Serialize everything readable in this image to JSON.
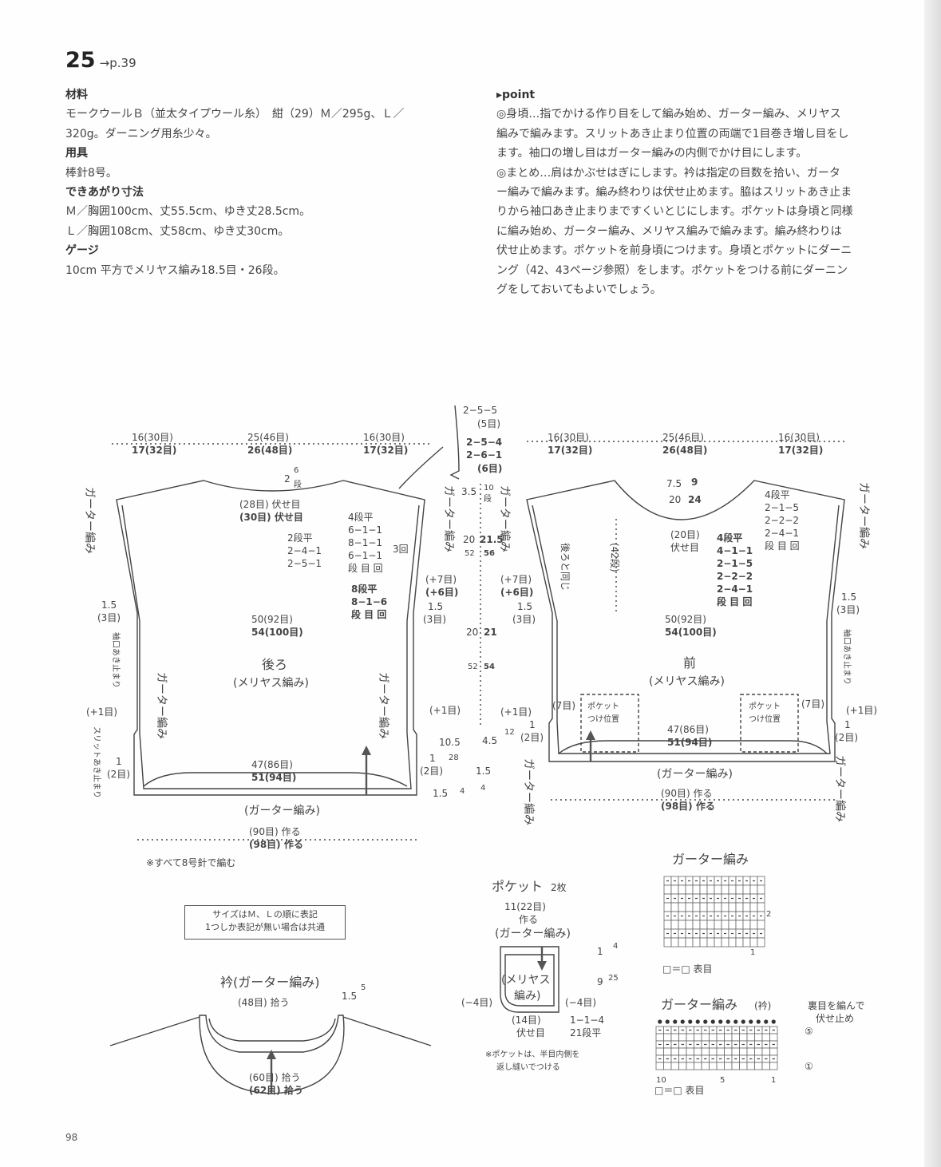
{
  "header": {
    "number": "25",
    "ref": "→p.39"
  },
  "left_column": [
    {
      "type": "h",
      "text": "材料"
    },
    {
      "type": "p",
      "text": "モークウールＢ（並太タイプウール糸）　紺（29）Ｍ／295g、Ｌ／"
    },
    {
      "type": "p",
      "text": "320g。ダーニング用糸少々。"
    },
    {
      "type": "h",
      "text": "用具"
    },
    {
      "type": "p",
      "text": "棒針8号。"
    },
    {
      "type": "h",
      "text": "できあがり寸法"
    },
    {
      "type": "p",
      "text": "Ｍ／胸囲100cm、丈55.5cm、ゆき丈28.5cm。"
    },
    {
      "type": "p",
      "text": "Ｌ／胸囲108cm、丈58cm、ゆき丈30cm。"
    },
    {
      "type": "h",
      "text": "ゲージ"
    },
    {
      "type": "p",
      "text": "10cm 平方でメリヤス編み18.5目・26段。"
    }
  ],
  "right_column": [
    {
      "type": "h",
      "text": "▸point"
    },
    {
      "type": "p",
      "text": "◎身頃…指でかける作り目をして編み始め、ガーター編み、メリヤス"
    },
    {
      "type": "p",
      "text": "編みで編みます。スリットあき止まり位置の両端で1目巻き増し目をし"
    },
    {
      "type": "p",
      "text": "ます。袖口の増し目はガーター編みの内側でかけ目にします。"
    },
    {
      "type": "p",
      "text": "◎まとめ…肩はかぶせはぎにします。衿は指定の目数を拾い、ガータ"
    },
    {
      "type": "p",
      "text": "ー編みで編みます。編み終わりは伏せ止めます。脇はスリットあき止ま"
    },
    {
      "type": "p",
      "text": "りから袖口あき止まりまですくいとじにします。ポケットは身頃と同様"
    },
    {
      "type": "p",
      "text": "に編み始め、ガーター編み、メリヤス編みで編みます。編み終わりは"
    },
    {
      "type": "p",
      "text": "伏せ止めます。ポケットを前身頃につけます。身頃とポケットにダーニ"
    },
    {
      "type": "p",
      "text": "ング（42、43ページ参照）をします。ポケットをつける前にダーニン"
    },
    {
      "type": "p",
      "text": "グをしておいてもよいでしょう。"
    }
  ],
  "diagram": {
    "top_16m": "16(30目)",
    "top_16l": "17(32目)",
    "top_25m": "25(46目)",
    "top_25l": "26(48目)",
    "neck_c1": "2−5−5",
    "neck_c2": "(5目)",
    "neck_c3": "2−5−4",
    "neck_c4": "2−6−1",
    "neck_c5": "(6目)",
    "b_neck_2": "2",
    "b_neck_6": "6",
    "b_neck_dan": "段",
    "b_bind_m": "(28目) 伏せ目",
    "b_bind_l": "(30目) 伏せ目",
    "b_dec1": "2段平",
    "b_dec2": "2−4−1",
    "b_dec3": "2−5−1",
    "b_inc1": "4段平",
    "b_inc2": "6−1−1",
    "b_inc3": "8−1−1",
    "b_inc4": "6−1−1",
    "b_inc5": "段 目 回",
    "b_inc_times": "3回",
    "b_inc6": "8段平",
    "b_inc7": "8−1−6",
    "b_inc8": "段 目 回",
    "garter": "(ガーター編み)",
    "garter_v": "ガーター編み",
    "one_five": "1.5",
    "three": "(3目)",
    "plus7": "(+7目)",
    "plus6": "(+6目)",
    "w50": "50(92目)",
    "w54": "54(100目)",
    "back": "後ろ",
    "stockinette": "(メリヤス編み)",
    "sleeve_v": "袖口あき止まり",
    "slit_v": "スリットあき止まり",
    "plus1": "(+1目)",
    "one": "1",
    "two": "(2目)",
    "w47": "47(86目)",
    "w51": "51(94目)",
    "hem_garter": "(ガーター編み)",
    "cast_m": "(90目) 作る",
    "cast_l": "(98目) 作る",
    "note_needle": "※すべて8号針で編む",
    "v3_5": "3.5",
    "v10": "10",
    "v_dan": "段",
    "v20a": "20",
    "v21_5": "21.5",
    "v52": "52",
    "v56": "56",
    "v20b": "20",
    "v21": "21",
    "v54": "54",
    "v10_5": "10.5",
    "v28": "28",
    "v4_5": "4.5",
    "v12": "12",
    "v1_5": "1.5",
    "v4": "4",
    "f_7_5": "7.5",
    "f_9": "9",
    "f_20": "20",
    "f_24": "24",
    "f_bind": "(20目)",
    "f_bind2": "伏せ目",
    "f_42": "(42段)",
    "f_same": "後ろと同じ",
    "f_dec1": "4段平",
    "f_dec2": "4−1−1",
    "f_dec3": "2−1−5",
    "f_dec4": "2−2−2",
    "f_dec5": "2−4−1",
    "f_dec6": "段 目 回",
    "f_r1": "4段平",
    "f_r2": "2−1−5",
    "f_r3": "2−2−2",
    "f_r4": "2−4−1",
    "f_r5": "段 目 回",
    "front": "前",
    "pocket_pos": "ポケット",
    "pocket_pos2": "つけ位置",
    "seven": "(7目)",
    "pocket_title": "ポケット",
    "pocket_count": "2枚",
    "pocket_cast": "11(22目)",
    "pocket_cast2": "作る",
    "pocket_garter": "(ガーター編み)",
    "pocket_st": "(メリヤス",
    "pocket_st2": "編み)",
    "pocket_minus": "(−4目)",
    "pocket_bind": "(14目)",
    "pocket_bind2": "伏せ目",
    "pocket_dec": "1−1−4",
    "pocket_dec2": "21段平",
    "p1": "1",
    "p4": "4",
    "p9": "9",
    "p25": "25",
    "pocket_note1": "※ポケットは、半目内側を",
    "pocket_note2": "返し縫いでつける",
    "collar_title": "衿(ガーター編み)",
    "collar_pick48": "(48目) 拾う",
    "collar_1_5": "1.5",
    "collar_5": "5",
    "collar_pick60": "(60目) 拾う",
    "collar_pick62": "(62目) 拾う",
    "chart1_title": "ガーター編み",
    "chart2_title": "ガーター編み",
    "chart2_sub": "(衿)",
    "legend": "□＝□ 表目",
    "chart_n2": "2",
    "chart_n1": "1",
    "chart2_note1": "裏目を編んで",
    "chart2_note2": "伏せ止め",
    "chart2_r5": "⑤",
    "chart2_r1": "①",
    "chart2_c10": "10",
    "chart2_c5": "5",
    "chart2_c1": "1"
  },
  "size_note": {
    "line1": "サイズはＭ、Ｌの順に表記",
    "line2": "1つしか表記が無い場合は共通"
  },
  "page_number": "98"
}
